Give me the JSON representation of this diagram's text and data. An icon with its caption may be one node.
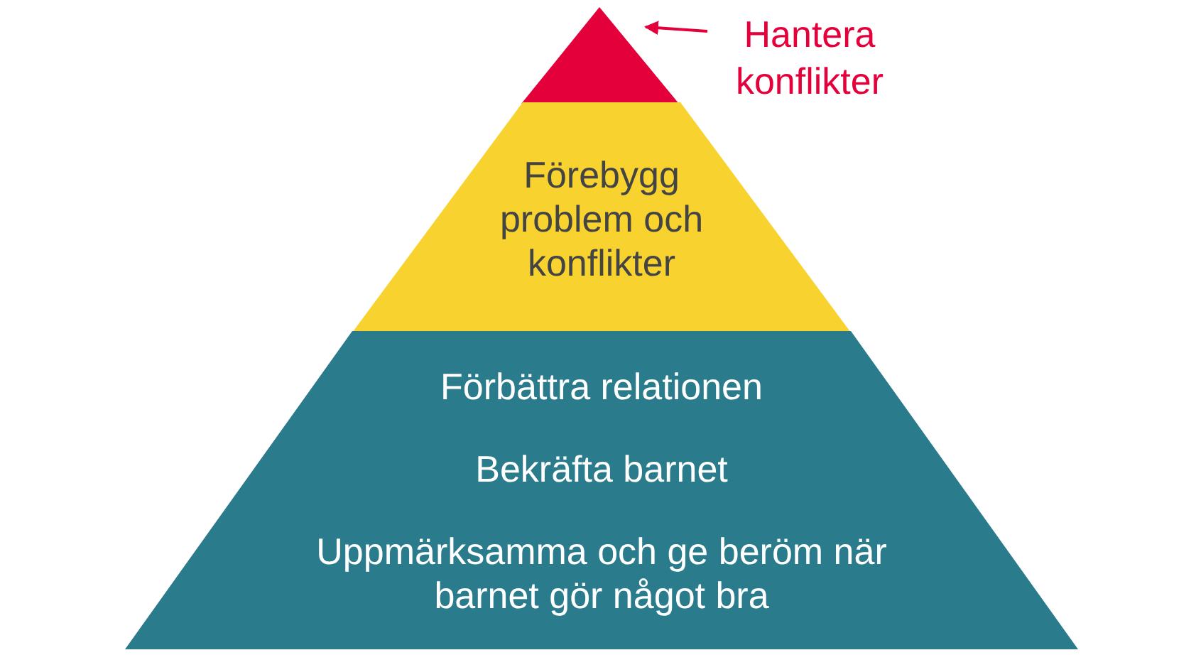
{
  "diagram": {
    "nodes": [
      {
        "text": [],
        "shape": "triangle"
      },
      {
        "text": [
          "Hantera konflikter"
        ]
      },
      {
        "text": [
          "Förebygg problem och konflikter"
        ]
      },
      {
        "text": [
          "Förbättra relationen",
          "Bekräfta barnet",
          "Uppmärksamma och ge beröm när barnet gör något bra"
        ]
      }
    ],
    "edges": [
      {
        "from": 1,
        "to": 0,
        "arrow": "to"
      }
    ]
  }
}
